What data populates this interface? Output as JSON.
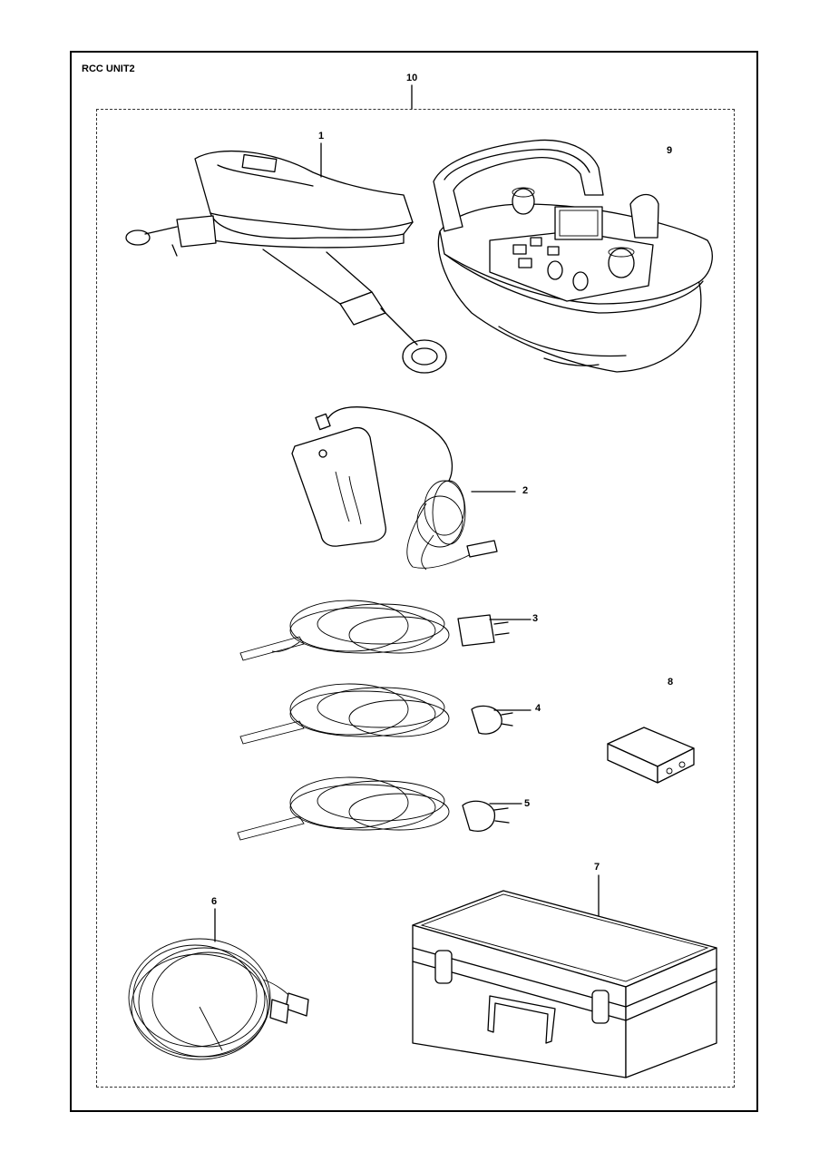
{
  "title": "RCC UNIT2",
  "callouts": {
    "n1": "1",
    "n2": "2",
    "n3": "3",
    "n4": "4",
    "n5": "5",
    "n6": "6",
    "n7": "7",
    "n8": "8",
    "n9": "9",
    "n10": "10"
  }
}
